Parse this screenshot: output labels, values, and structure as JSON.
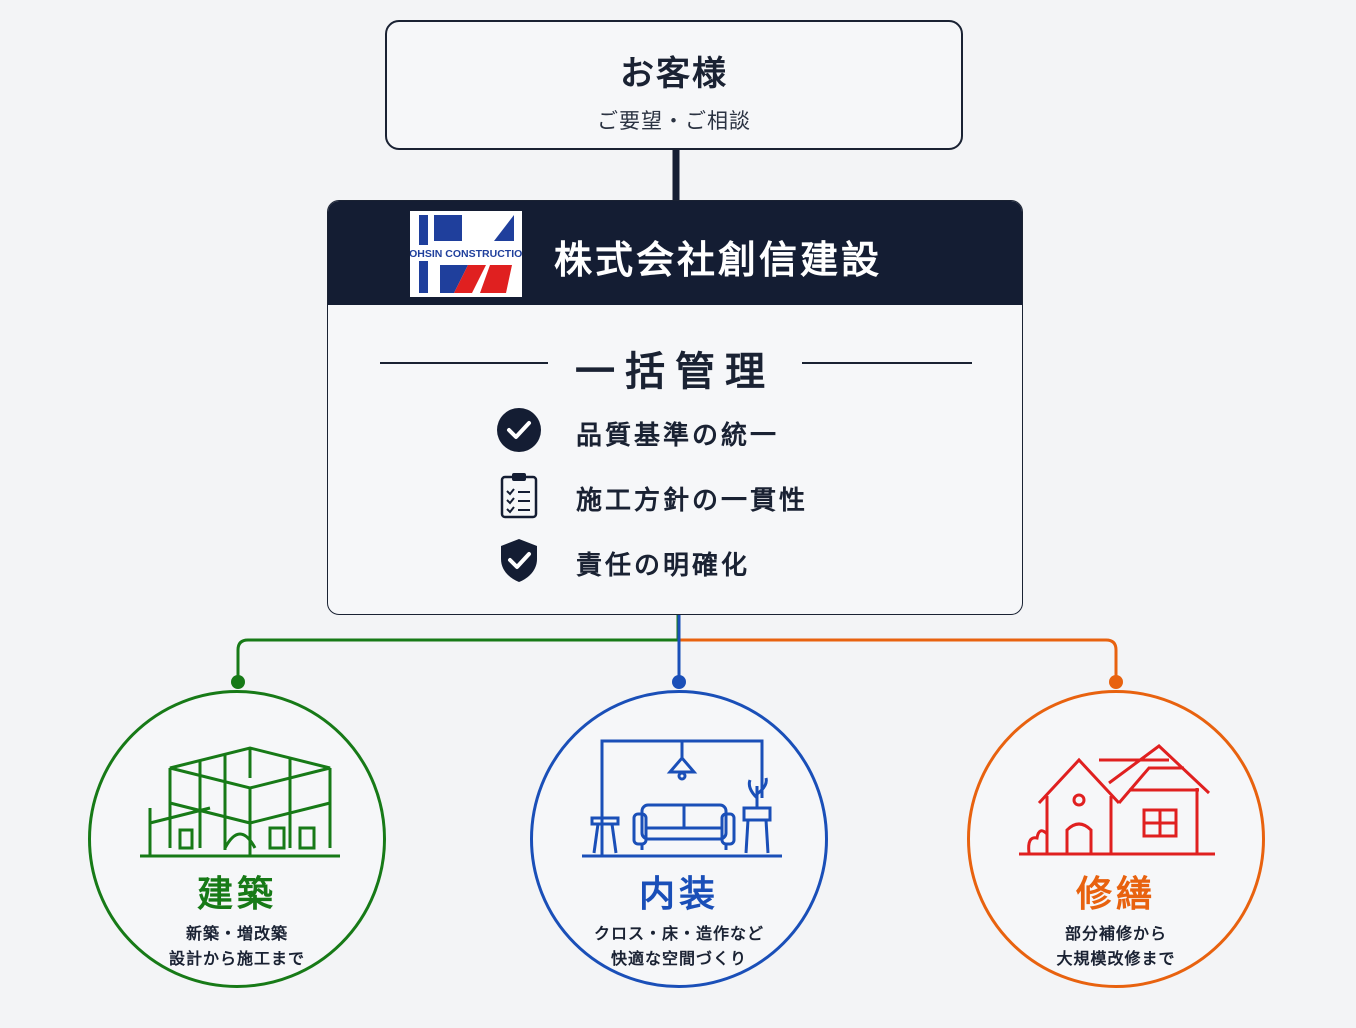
{
  "customer": {
    "title": "お客様",
    "subtitle": "ご要望・ご相談"
  },
  "company": {
    "logo_text": "SOHSIN CONSTRUCTION",
    "name": "株式会社創信建設"
  },
  "management": {
    "title": "一括管理",
    "features": [
      {
        "icon": "check-circle-icon",
        "label": "品質基準の統一"
      },
      {
        "icon": "clipboard-checklist-icon",
        "label": "施工方針の一貫性"
      },
      {
        "icon": "shield-check-icon",
        "label": "責任の明確化"
      }
    ]
  },
  "services": [
    {
      "title": "建築",
      "desc1": "新築・増改築",
      "desc2": "設計から施工まで",
      "color": "#177a17",
      "icon": "building-frame-icon"
    },
    {
      "title": "内装",
      "desc1": "クロス・床・造作など",
      "desc2": "快適な空間づくり",
      "color": "#1a4fb8",
      "icon": "living-room-icon"
    },
    {
      "title": "修繕",
      "desc1": "部分補修から",
      "desc2": "大規模改修まで",
      "color": "#e8620f",
      "icon": "house-icon"
    }
  ],
  "colors": {
    "navy": "#141d33",
    "logo_blue": "#1f3f9c",
    "logo_red": "#e02020"
  }
}
